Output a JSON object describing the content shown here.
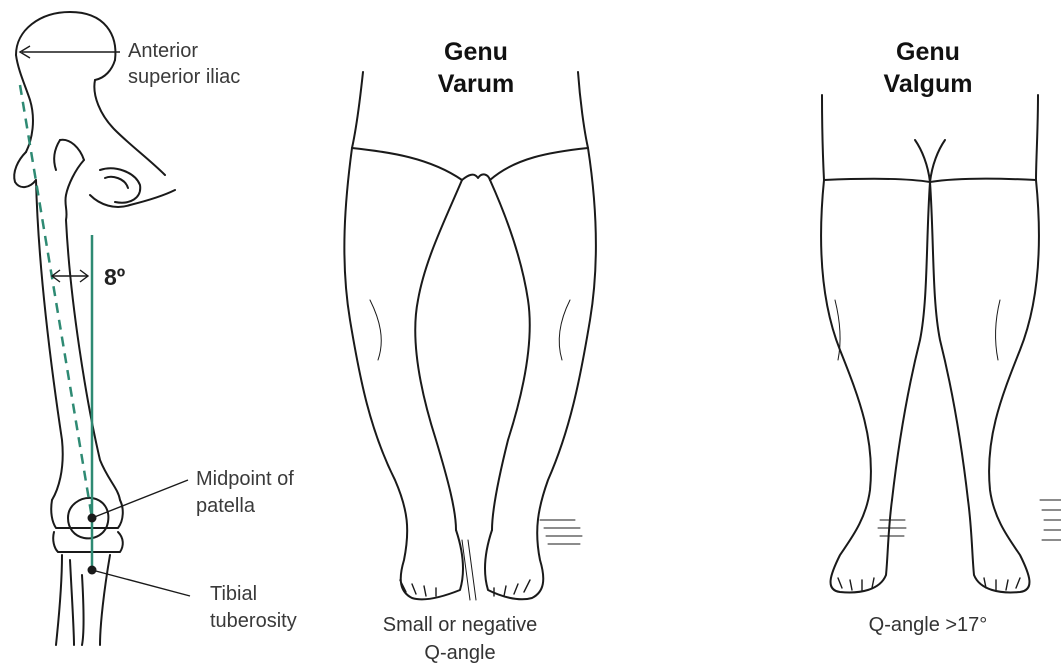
{
  "left_panel": {
    "asis_label": [
      "Anterior",
      "superior iliac"
    ],
    "angle_label": "8º",
    "patella_label": [
      "Midpoint of",
      "patella"
    ],
    "tibial_label": [
      "Tibial",
      "tuberosity"
    ]
  },
  "middle_panel": {
    "title": [
      "Genu",
      "Varum"
    ],
    "caption": [
      "Small or negative",
      "Q-angle"
    ]
  },
  "right_panel": {
    "title": [
      "Genu",
      "Valgum"
    ],
    "caption": "Q-angle >17°"
  },
  "colors": {
    "q_line": "#2e8a73",
    "ink": "#1a1a1a"
  }
}
